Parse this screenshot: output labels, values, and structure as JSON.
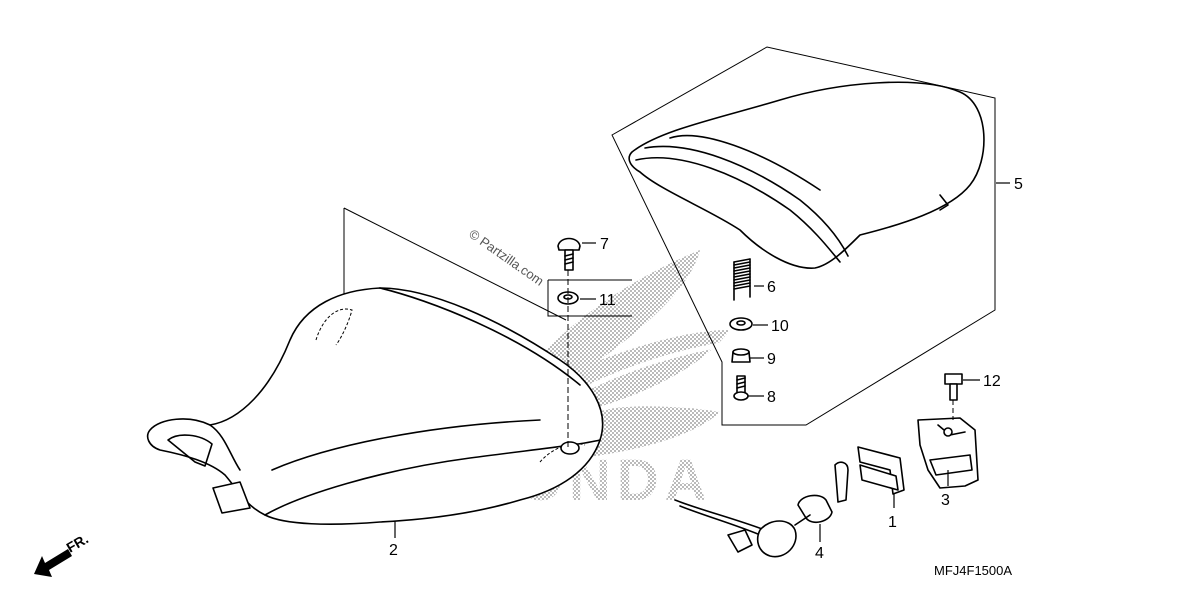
{
  "diagram": {
    "drawing_code": "MFJ4F1500A",
    "watermark": "© Partzilla.com",
    "logo_text": "HONDA",
    "direction_label": "FR.",
    "callouts": [
      {
        "id": "1",
        "label": "1"
      },
      {
        "id": "2",
        "label": "2"
      },
      {
        "id": "3",
        "label": "3"
      },
      {
        "id": "4",
        "label": "4"
      },
      {
        "id": "5",
        "label": "5"
      },
      {
        "id": "6",
        "label": "6"
      },
      {
        "id": "7",
        "label": "7"
      },
      {
        "id": "8",
        "label": "8"
      },
      {
        "id": "9",
        "label": "9"
      },
      {
        "id": "10",
        "label": "10"
      },
      {
        "id": "11",
        "label": "11"
      },
      {
        "id": "12",
        "label": "12"
      }
    ]
  }
}
